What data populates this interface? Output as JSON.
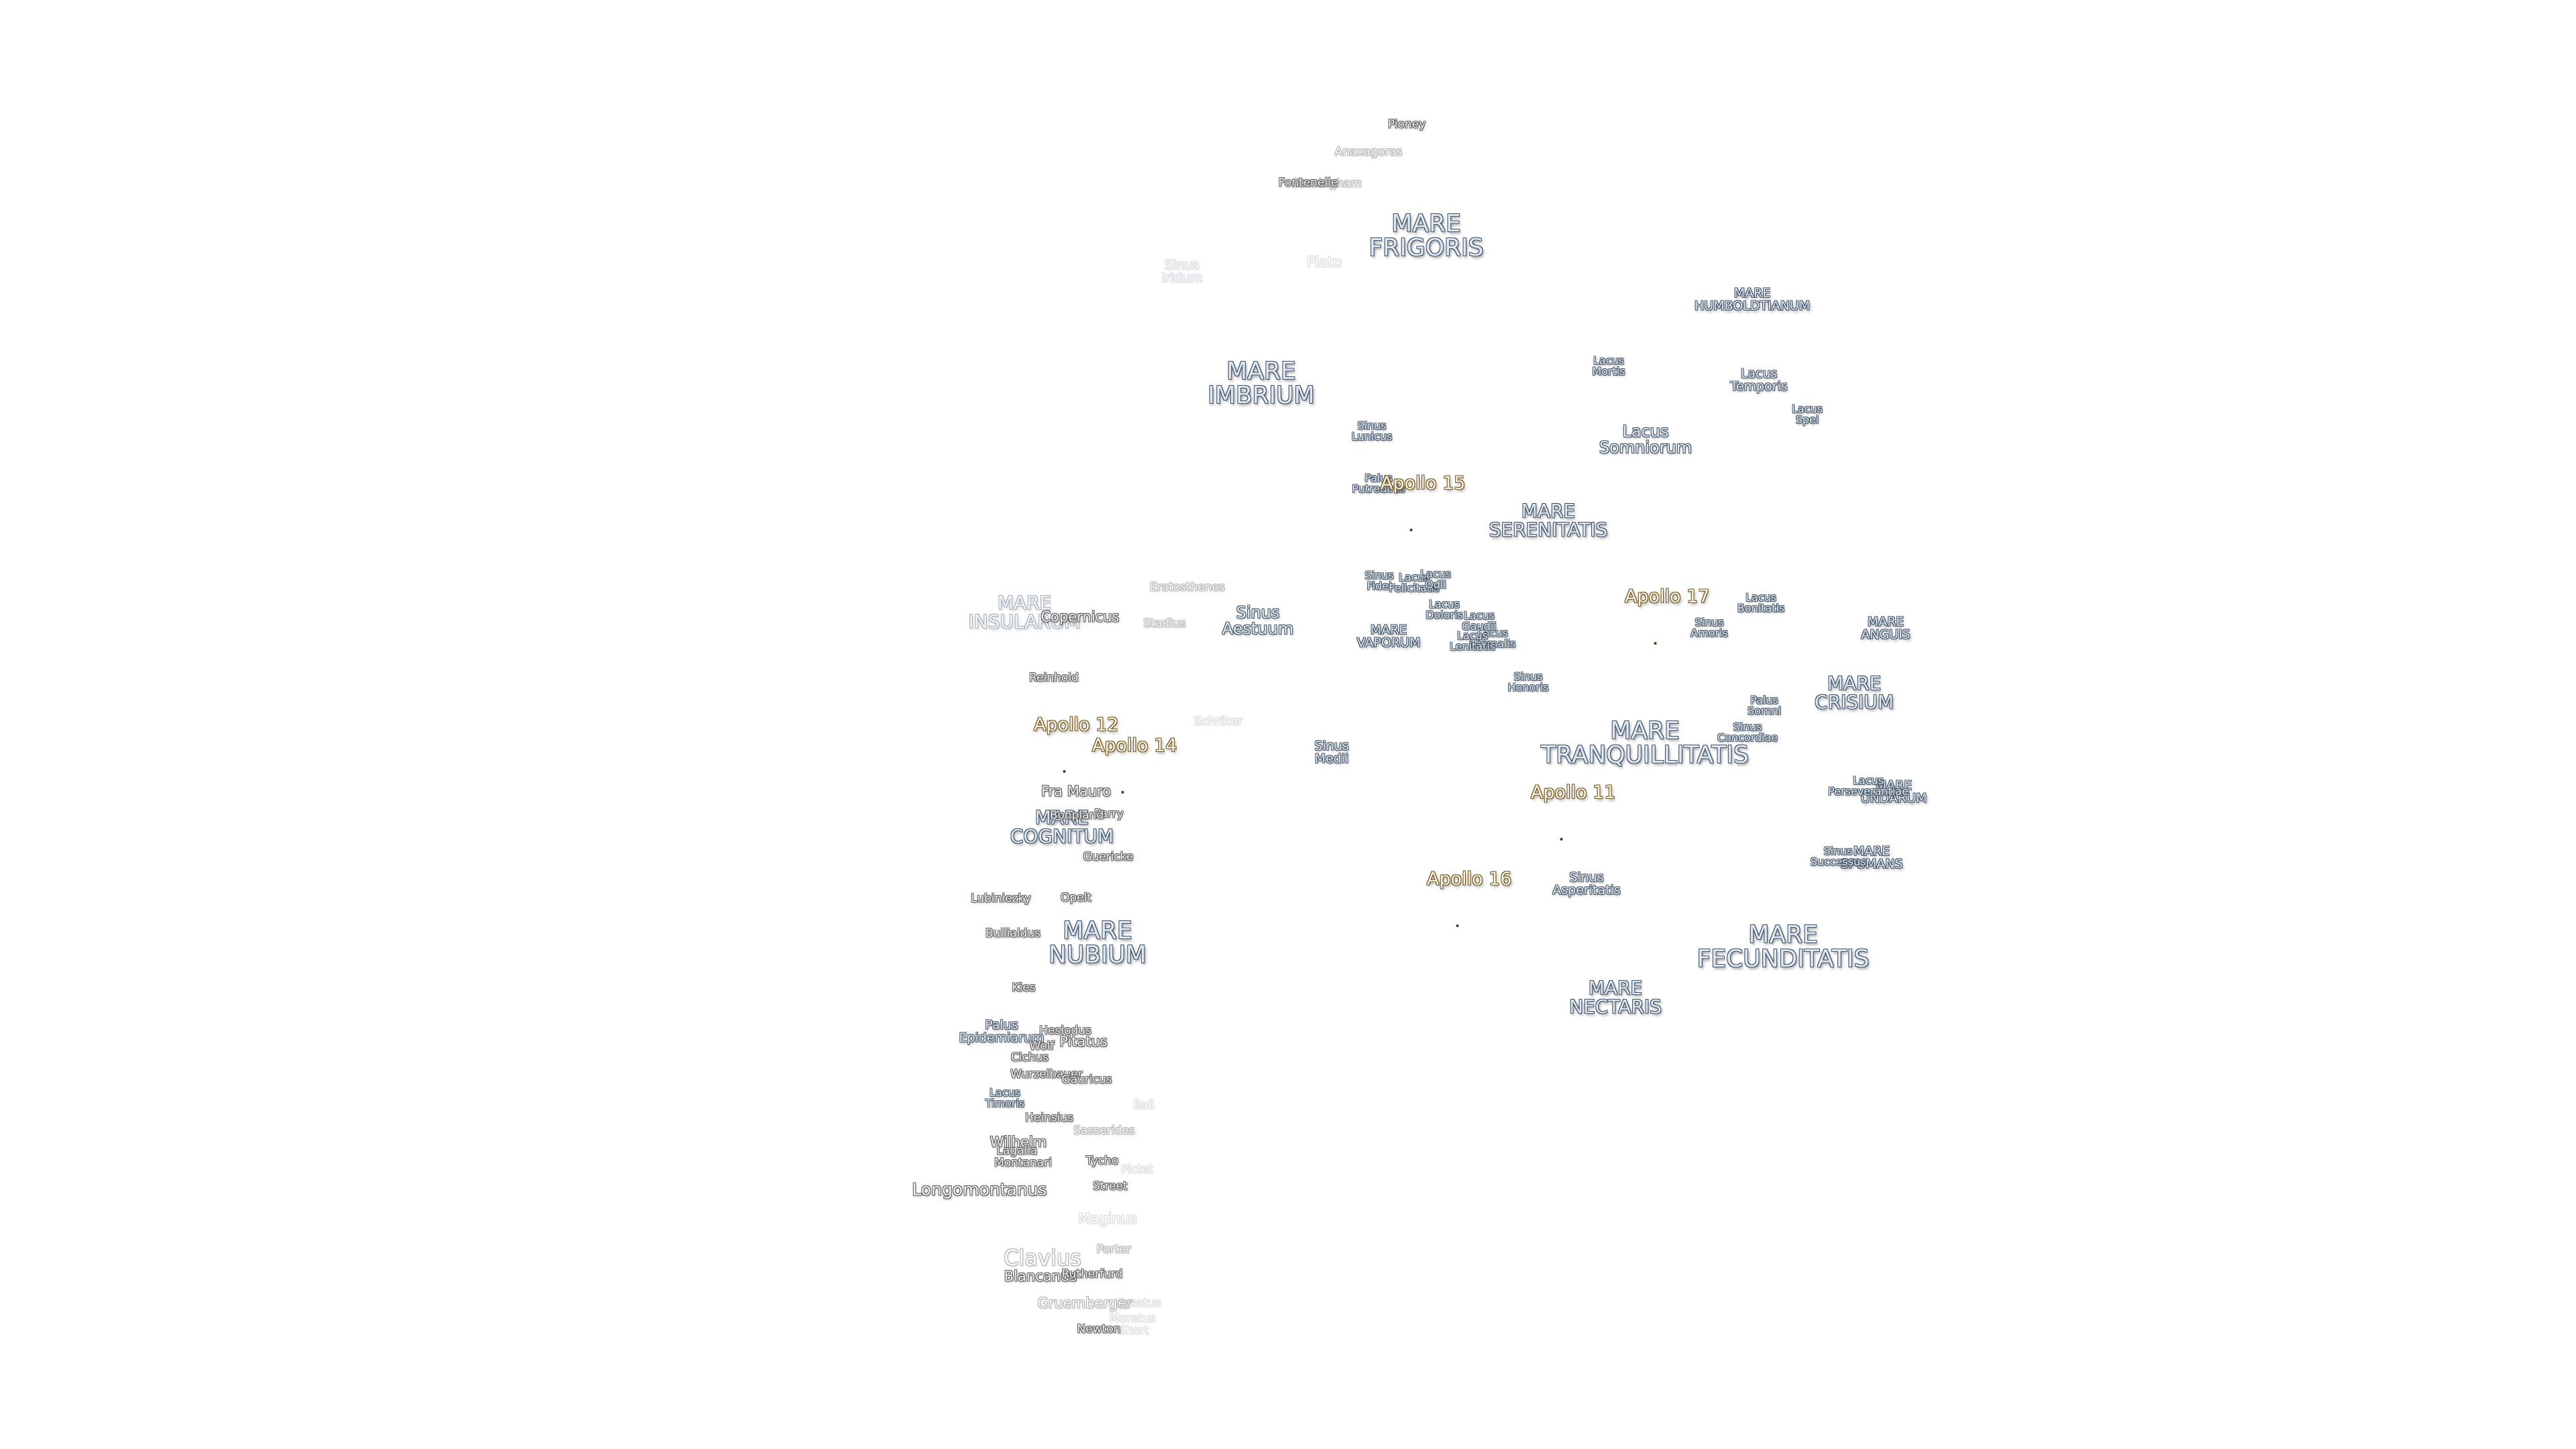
{
  "map": {
    "maria": {
      "frigoris": "MARE\nFRIGORIS",
      "humboldtianum": "MARE\nHUMBOLDTIANUM",
      "imbrium": "MARE\nIMBRIUM",
      "serenitatis": "MARE\nSERENITATIS",
      "insularum": "MARE\nINSULARUM",
      "vaporum": "MARE\nVAPORUM",
      "anguis": "MARE\nANGUIS",
      "crisium": "MARE\nCRISIUM",
      "tranquillitatis": "MARE\nTRANQUILLITATIS",
      "undarum": "MARE\nUNDARUM",
      "cognitum": "MARE\nCOGNITUM",
      "spumans": "MARE\nSPUMANS",
      "nubium": "MARE\nNUBIUM",
      "fecunditatis": "MARE\nFECUNDITATIS",
      "nectaris": "MARE\nNECTARIS"
    },
    "minor_features": {
      "sinus_iridum": "Sinus\nIridum",
      "lacus_mortis": "Lacus\nMortis",
      "lacus_temporis": "Lacus\nTemporis",
      "lacus_spei": "Lacus\nSpei",
      "sinus_lunicus": "Sinus\nLunicus",
      "lacus_somniorum": "Lacus\nSomniorum",
      "palus_putredinis": "Palus\nPutredinis",
      "sinus_aestuum": "Sinus\nAestuum",
      "sinus_fidei": "Sinus\nFidei",
      "lacus_felicitatis": "Lacus\nFelicitatis",
      "lacus_odii": "Lacus\nOdii",
      "lacus_doloris": "Lacus\nDoloris",
      "lacus_gaudii": "Lacus\nGaudii",
      "lacus_hiemalis": "Lacus\nHiemalis",
      "lacus_lenitatis": "Lacus\nLenitatis",
      "lacus_bonitatis": "Lacus\nBonitatis",
      "sinus_amoris": "Sinus\nAmoris",
      "sinus_honoris": "Sinus\nHonoris",
      "palus_somni": "Palus\nSomni",
      "sinus_concordiae": "Sinus\nConcordiae",
      "sinus_medii": "Sinus\nMedii",
      "lacus_perseverantiae": "Lacus\nPerseverantiae",
      "sinus_successus": "Sinus\nSuccessus",
      "sinus_asperitatis": "Sinus\nAsperitatis",
      "palus_epidemiarum": "Palus\nEpidemiarum",
      "lacus_timoris": "Lacus\nTimoris"
    },
    "craters": {
      "pioney": "Pioney",
      "anaxagoras": "Anaxagoras",
      "fontenelle": "Fontenelle",
      "birmingham": "Birmingham",
      "plato": "Plato",
      "eratosthenes": "Eratosthenes",
      "copernicus": "Copernicus",
      "stadius": "Stadius",
      "reinhold": "Reinhold",
      "schroter": "Schröter",
      "fra_mauro": "Fra Mauro",
      "parry": "Parry",
      "bonpland": "Bonpland",
      "guericke": "Guericke",
      "lubiniezky": "Lubiniezky",
      "opelt": "Opelt",
      "bullialdus": "Bullialdus",
      "kies": "Kies",
      "hesiodus": "Hesiodus",
      "wolf": "Wolf",
      "pitatus": "Pitatus",
      "cichus": "Cichus",
      "wurzelbauer": "Wurzelbauer",
      "gauricus": "Gauricus",
      "ball": "Ball",
      "heinsius": "Heinsius",
      "sasserides": "Sasserides",
      "wilhelm": "Wilhelm",
      "lagalla": "Lagalla",
      "montanari": "Montanari",
      "tycho": "Tycho",
      "pictet": "Pictet",
      "street": "Street",
      "longomontanus": "Longomontanus",
      "maginus": "Maginus",
      "porter": "Porter",
      "clavius": "Clavius",
      "blancanus": "Blancanus",
      "rutherfurd": "Rutherfurd",
      "gruemberger": "Gruemberger",
      "cysatus": "Cysatus",
      "moretus": "Moretus",
      "newton": "Newton",
      "short": "Short"
    },
    "apollo": {
      "a15": "Apollo 15",
      "a17": "Apollo 17",
      "a12": "Apollo 12",
      "a14": "Apollo 14",
      "a11": "Apollo 11",
      "a16": "Apollo 16"
    },
    "colors": {
      "mare_fill": "#dde8f3",
      "mare_outline": "#3e4f62",
      "crater_fill": "#f2f2f2",
      "crater_outline": "#5a5a5a",
      "apollo_fill": "#fbf1d9",
      "apollo_outline": "#6b5522",
      "background": "#ffffff"
    }
  }
}
